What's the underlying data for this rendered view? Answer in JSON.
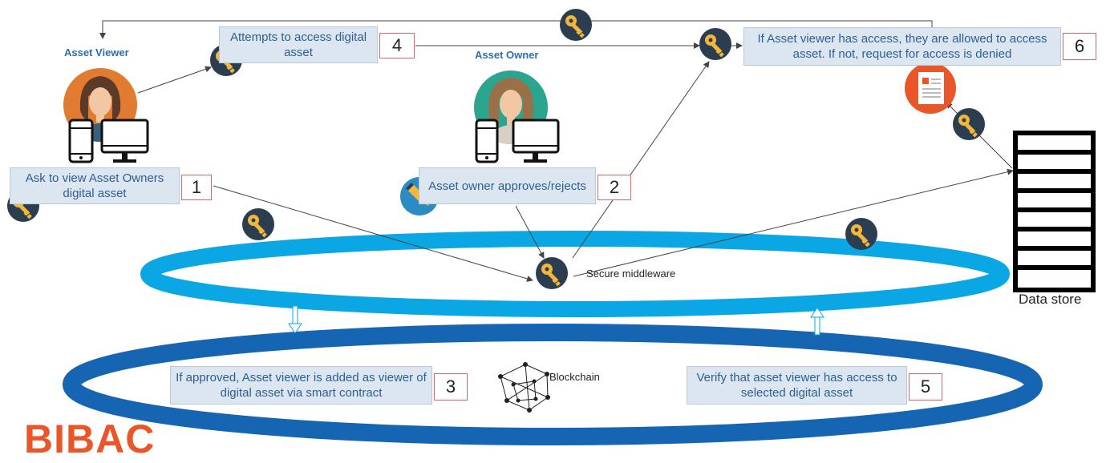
{
  "roles": {
    "viewer": "Asset Viewer",
    "owner": "Asset Owner"
  },
  "steps": [
    {
      "number": "1",
      "text": "Ask to view Asset Owners digital asset"
    },
    {
      "number": "2",
      "text": "Asset owner approves/rejects"
    },
    {
      "number": "3",
      "text": "If approved, Asset viewer is added as viewer of digital asset via smart contract"
    },
    {
      "number": "4",
      "text": "Attempts to access digital asset"
    },
    {
      "number": "5",
      "text": "Verify that asset viewer has access to selected digital asset"
    },
    {
      "number": "6",
      "text": "If Asset viewer has access, they are allowed to access asset. If not, request for access is denied"
    }
  ],
  "labels": {
    "middleware": "Secure middleware",
    "blockchain": "Blockchain",
    "datastore": "Data store"
  },
  "brand": "BIBAC",
  "colors": {
    "ring_outer": "#1565b3",
    "ring_inner": "#0aa7e4",
    "key_bg": "#2b3e50",
    "key": "#f2b63c",
    "accent": "#e8562a",
    "step_box": "#dce6f0",
    "step_text": "#2e5f92"
  },
  "icons": [
    "key-icon",
    "person-avatar",
    "phone-icon",
    "monitor-icon",
    "pen-icon",
    "document-icon",
    "blockchain-icon",
    "datastore-icon"
  ]
}
